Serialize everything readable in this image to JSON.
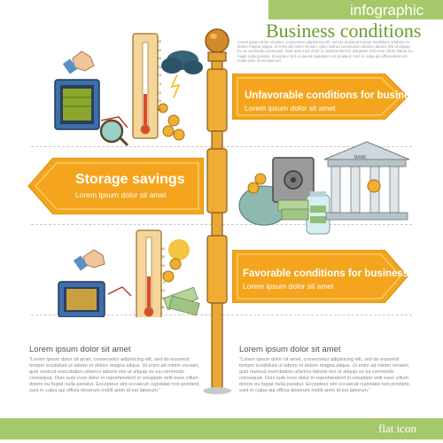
{
  "header": {
    "tag": "infographic",
    "title": "Business conditions",
    "intro": "Lorem ipsum dolor sit amet, consectetur adipisicing elit, sed do eiusmod tempor incididunt ut labore et dolore magna aliqua. Ut enim ad minim veniam, quis nostrud exercitation ullamco laboris nisi ut aliquip ex ea commodo consequat. Duis aute irure dolor in reprehenderit in voluptate velit esse cillum dolore eu fugiat nulla pariatur. Excepteur sint occaecat cupidatat non proident, sunt in culpa qui officia deserunt mollit anim id est laborum."
  },
  "signs": [
    {
      "title": "Unfavorable conditions for business",
      "subtitle": "Lorem ipsum dolor sit amet"
    },
    {
      "title": "Storage savings",
      "subtitle": "Lorem ipsum dolor sit amet"
    },
    {
      "title": "Favorable conditions for business",
      "subtitle": "Lorem ipsum dolor sit amet"
    }
  ],
  "columns": [
    {
      "heading": "Lorem ipsum dolor sit amet",
      "text": "\"Lorem ipsum dolor sit amet, consectetur adipisicing elit, sed do eiusmod tempor incididunt ut labore et dolore magna aliqua. Ut enim ad minim veniam, quis nostrud exercitation ullamco laboris nisi ut aliquip ex ea commodo consequat. Duis aute irure dolor in reprehenderit in voluptate velit esse cillum dolore eu fugiat nulla pariatur. Excepteur sint occaecat cupidatat non proident, sunt in culpa qui officia deserunt mollit anim id est laborum.\""
    },
    {
      "heading": "Lorem ipsum dolor sit amet",
      "text": "\"Lorem ipsum dolor sit amet, consectetur adipisicing elit, sed do eiusmod tempor incididunt ut labore et dolore magna aliqua. Ut enim ad minim veniam, quis nostrud exercitation ullamco laboris nisi ut aliquip ex ea commodo consequat. Duis aute irure dolor in reprehenderit in voluptate velit esse cillum dolore eu fugiat nulla pariatur. Excepteur sint occaecat cupidatat non proident, sunt in culpa qui officia deserunt mollit anim id est laborum.\""
    }
  ],
  "footer": {
    "label": "flat icon"
  },
  "thermo_top": {
    "ticks": [
      "50",
      "40",
      "30",
      "20",
      "10",
      "0",
      "10",
      "20",
      "30"
    ]
  },
  "thermo_bottom": {
    "ticks": [
      "40",
      "30",
      "20",
      "10",
      "0",
      "10",
      "20",
      "30"
    ]
  },
  "bank_sign": "BANK",
  "colors": {
    "accent": "#f4a51d",
    "green": "#a5c96a",
    "title_green": "#6e9a2e",
    "pole": "#e0a030"
  }
}
